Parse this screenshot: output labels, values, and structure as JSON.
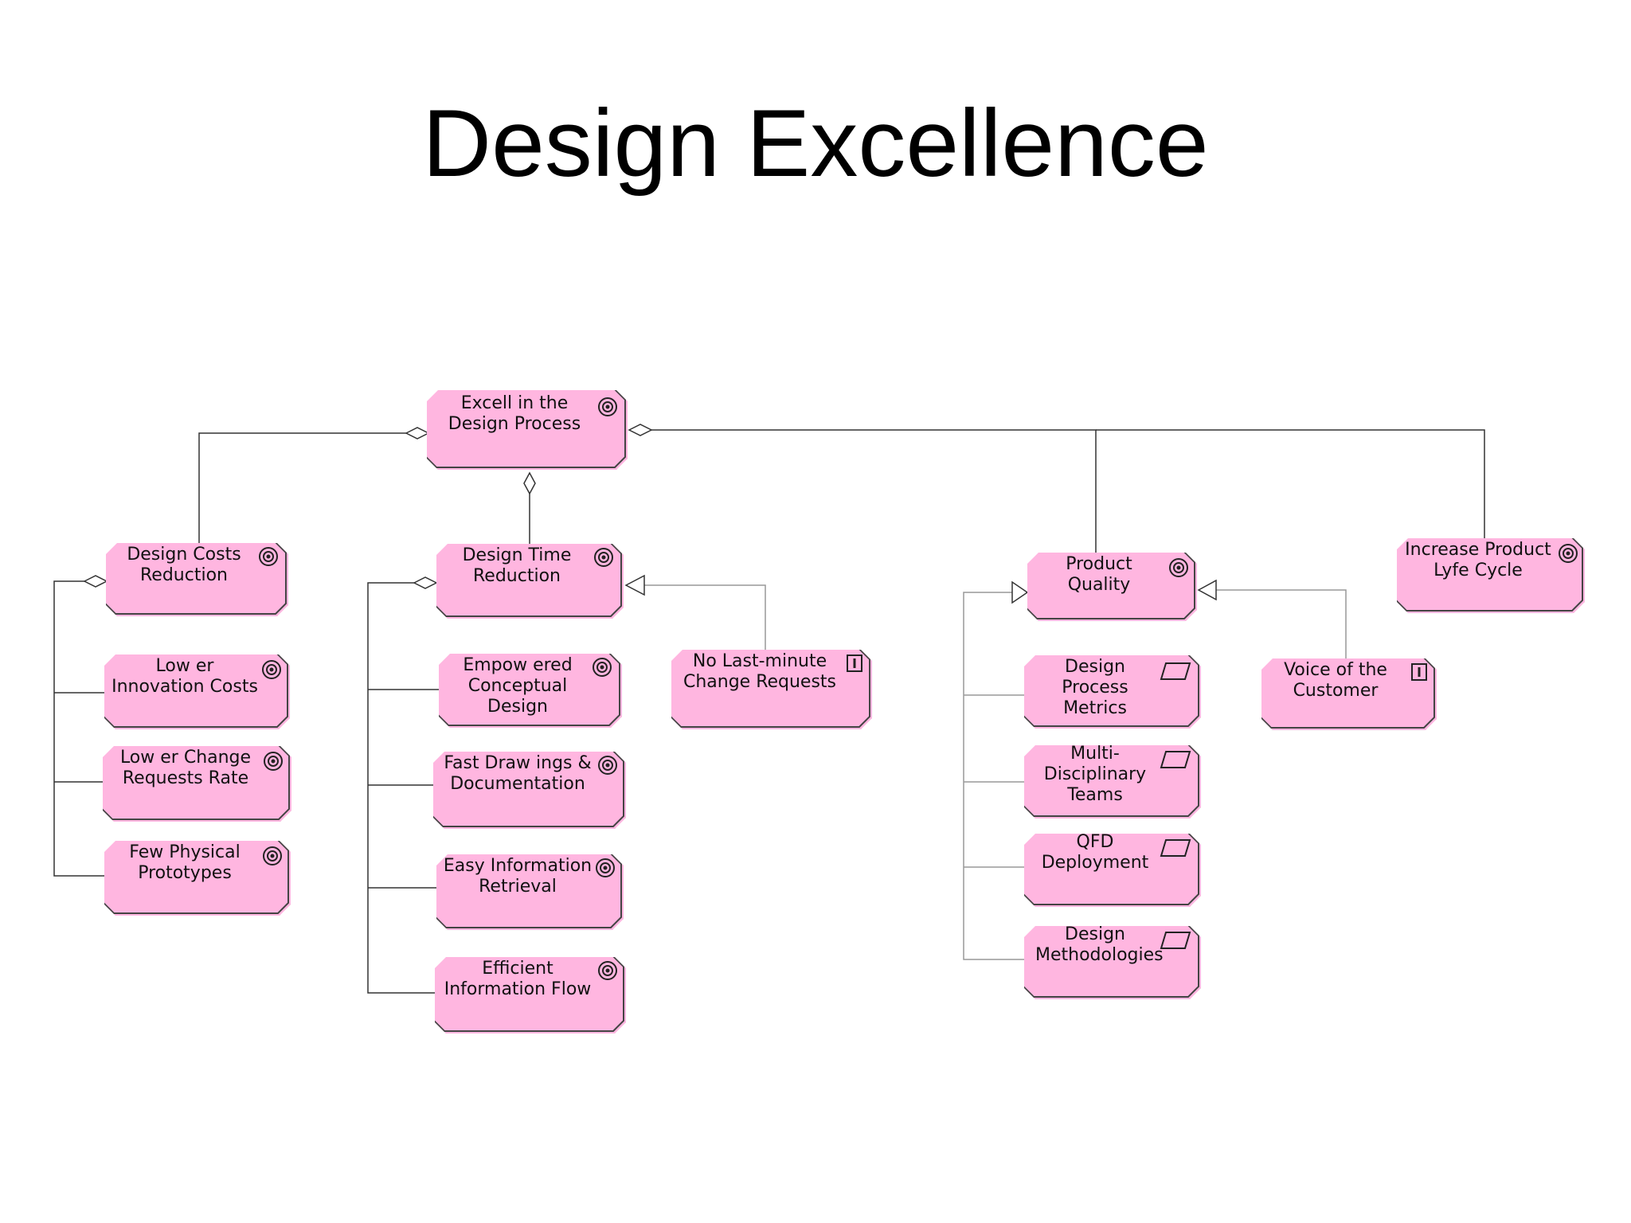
{
  "title": "Design Excellence",
  "colors": {
    "box_fill": "#ffb6e0",
    "box_border": "#444444",
    "shadow": "#b9b9b9",
    "connector": "#333333"
  },
  "nodes": {
    "root": {
      "label": "Excell in the\nDesign Process",
      "icon": "goal-icon"
    },
    "cost": {
      "label": "Design Costs\nReduction",
      "icon": "goal-icon"
    },
    "time": {
      "label": "Design Time\nReduction",
      "icon": "goal-icon"
    },
    "quality": {
      "label": "Product Quality",
      "icon": "goal-icon"
    },
    "lifecycle": {
      "label": "Increase Product\nLyfe Cycle",
      "icon": "goal-icon"
    },
    "innovation": {
      "label": "Low er\nInnovation Costs",
      "icon": "goal-icon"
    },
    "change_rate": {
      "label": "Low er Change\nRequests Rate",
      "icon": "goal-icon"
    },
    "prototypes": {
      "label": "Few  Physical\nPrototypes",
      "icon": "goal-icon"
    },
    "empowered": {
      "label": "Empow ered\nConceptual\nDesign",
      "icon": "goal-icon"
    },
    "drawings": {
      "label": "Fast Draw ings &\nDocumentation",
      "icon": "goal-icon"
    },
    "retrieval": {
      "label": "Easy Information\nRetrieval",
      "icon": "goal-icon"
    },
    "flow": {
      "label": "Efficient\nInformation Flow",
      "icon": "goal-icon"
    },
    "last_minute": {
      "label": "No Last-minute\nChange Requests",
      "icon": "requirement-icon"
    },
    "metrics": {
      "label": "Design\nProcess\nMetrics",
      "icon": "parallelogram-icon"
    },
    "teams": {
      "label": "Multi-\nDisciplinary\nTeams",
      "icon": "parallelogram-icon"
    },
    "qfd": {
      "label": "QFD\nDeployment",
      "icon": "parallelogram-icon"
    },
    "methodologies": {
      "label": "Design\nMethodologies",
      "icon": "parallelogram-icon"
    },
    "voice": {
      "label": "Voice of the\nCustomer",
      "icon": "requirement-icon"
    }
  }
}
